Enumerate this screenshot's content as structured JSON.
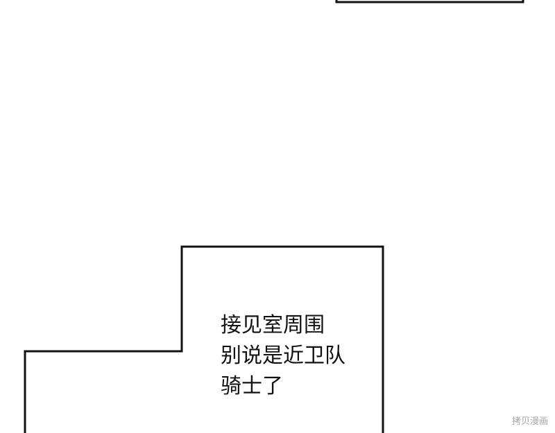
{
  "caption": {
    "lines": [
      "接见室周围",
      "别说是近卫队",
      "骑士了"
    ]
  },
  "watermark": {
    "text": "拷贝漫画"
  },
  "colors": {
    "background": "#ffffff",
    "line": "#111111",
    "text": "#111111",
    "watermark": "#9a9a9a"
  }
}
